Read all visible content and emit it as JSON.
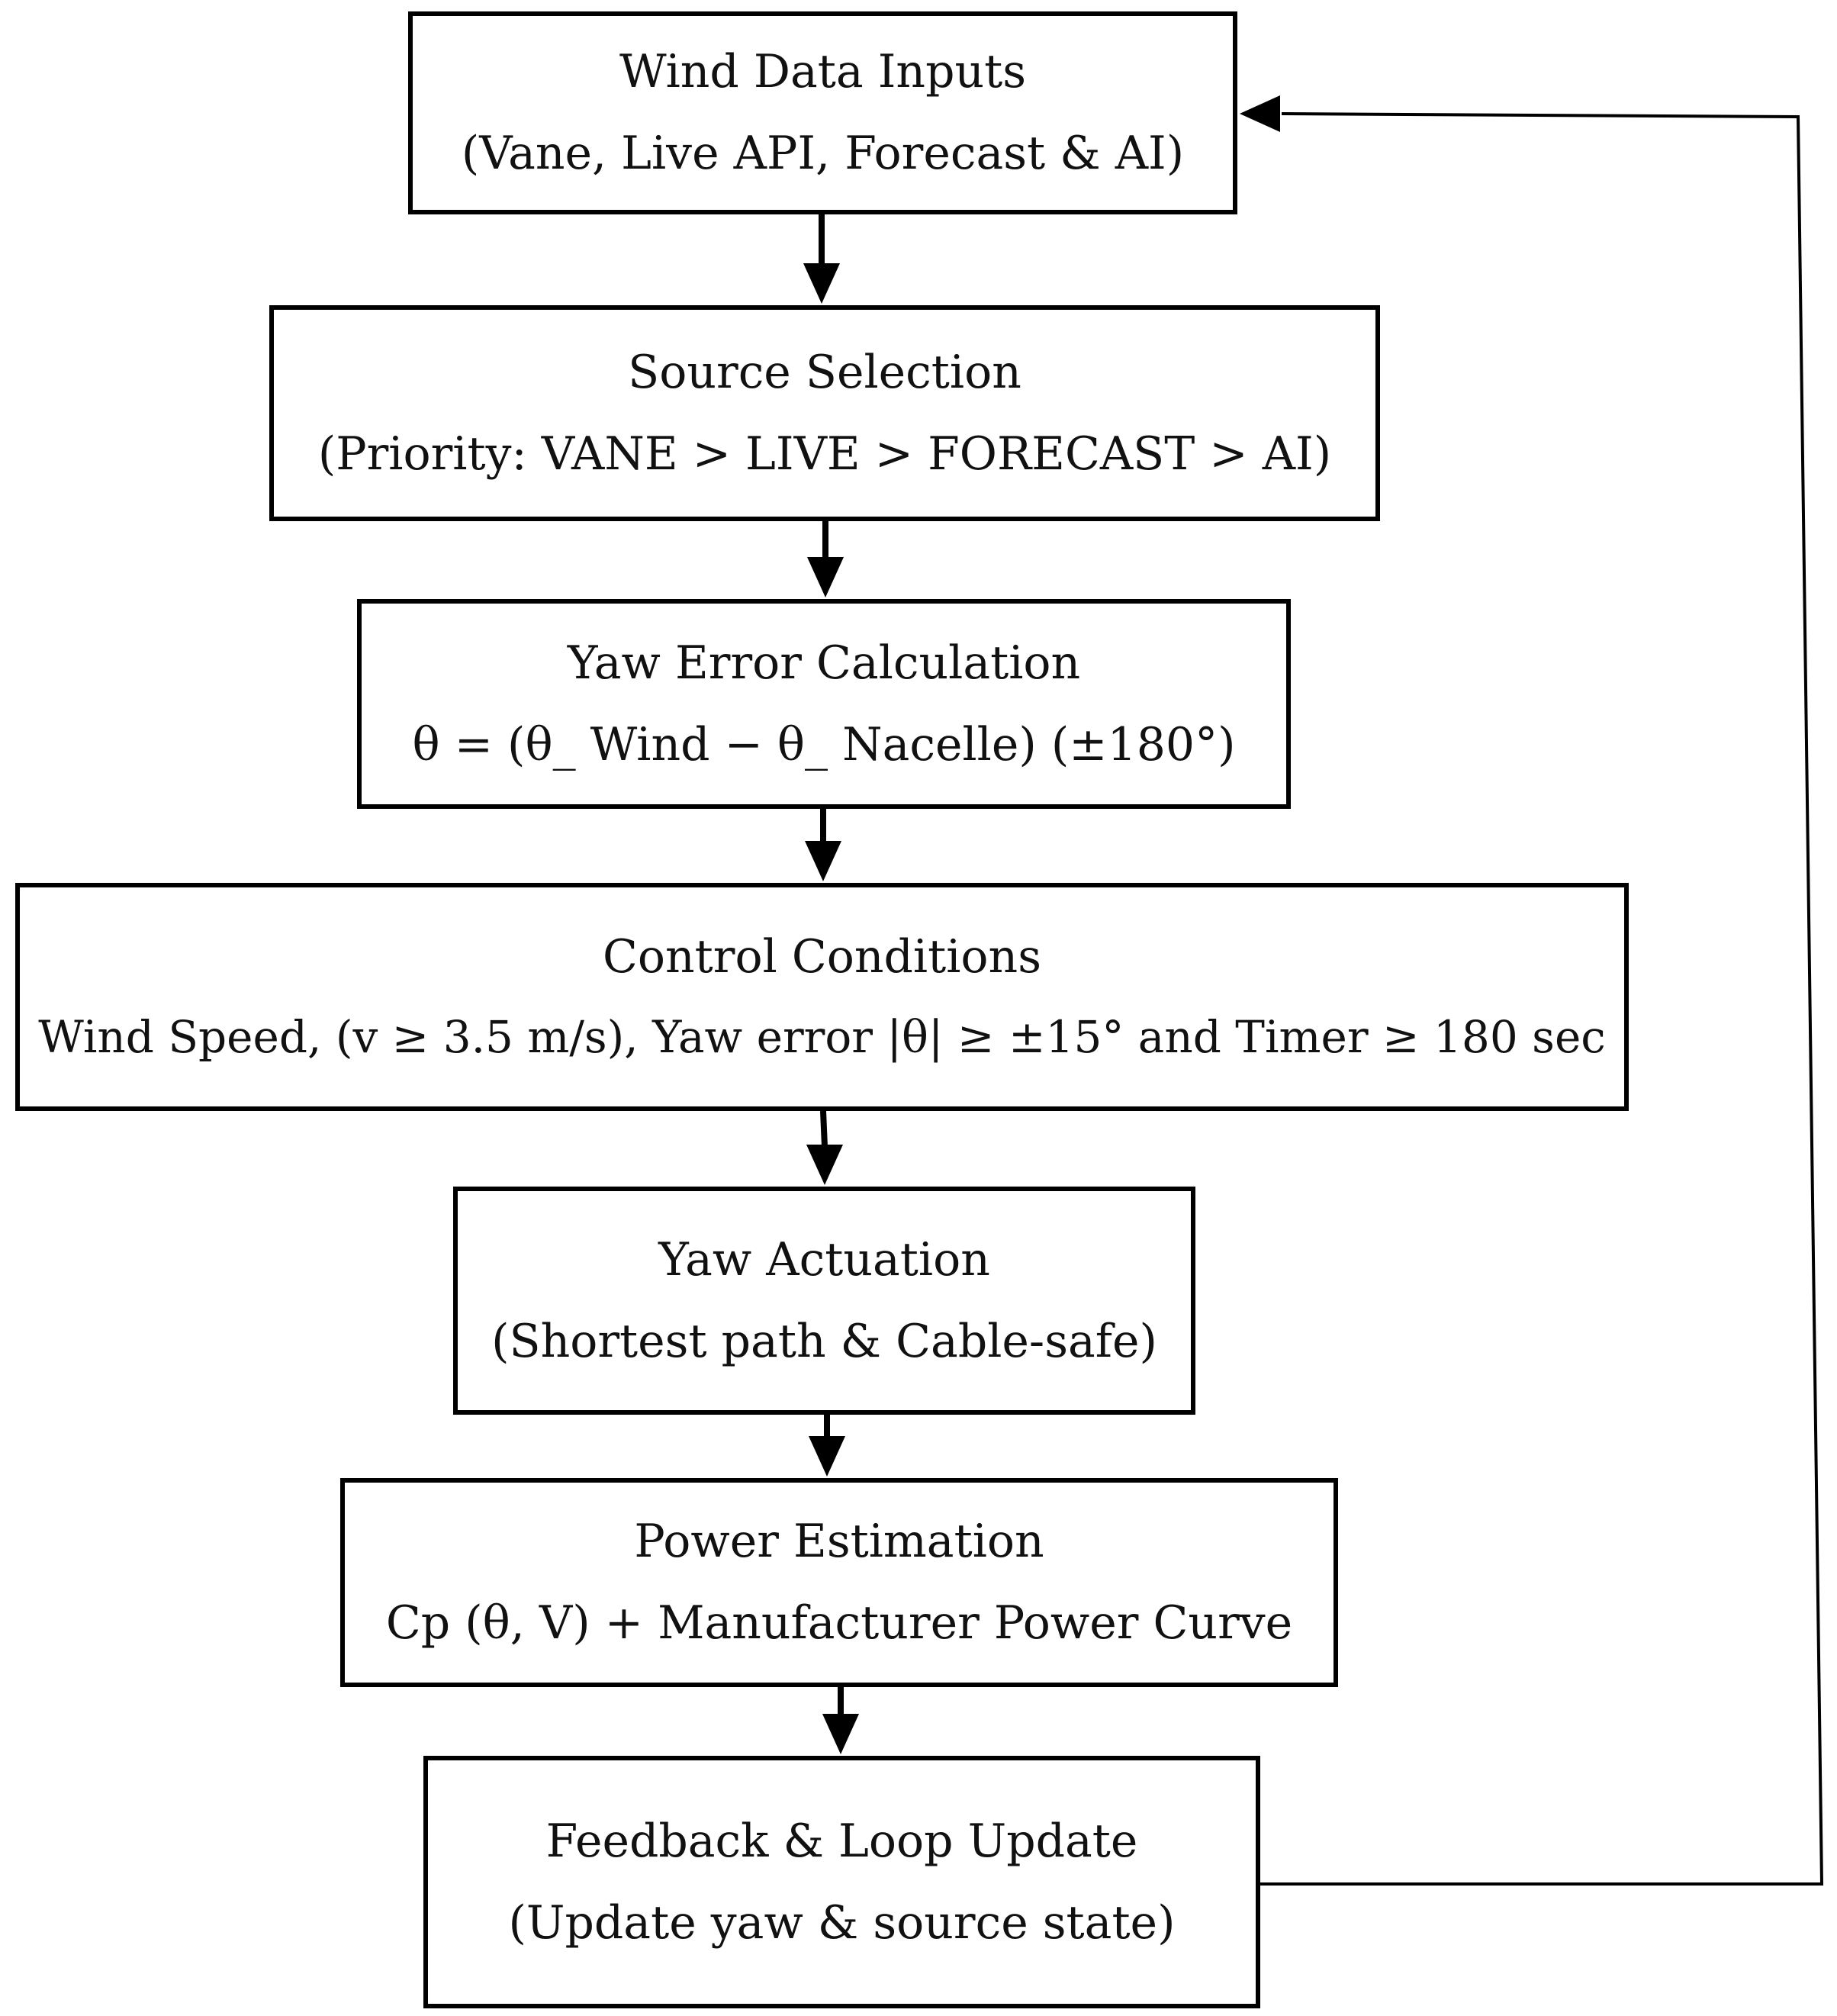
{
  "diagram": {
    "nodes": [
      {
        "id": "wind-data-inputs",
        "title": "Wind Data Inputs",
        "subtitle": "(Vane, Live API, Forecast & AI)"
      },
      {
        "id": "source-selection",
        "title": "Source Selection",
        "subtitle": "(Priority: VANE > LIVE > FORECAST > AI)"
      },
      {
        "id": "yaw-error-calculation",
        "title": "Yaw Error Calculation",
        "subtitle": "θ = (θ_ Wind − θ_ Nacelle) (±180°)"
      },
      {
        "id": "control-conditions",
        "title": "Control Conditions",
        "subtitle": "Wind Speed, (v ≥ 3.5 m/s), Yaw error |θ| ≥ ±15° and Timer ≥ 180 sec"
      },
      {
        "id": "yaw-actuation",
        "title": "Yaw Actuation",
        "subtitle": "(Shortest path & Cable-safe)"
      },
      {
        "id": "power-estimation",
        "title": "Power Estimation",
        "subtitle": "Cp (θ, V) + Manufacturer Power Curve"
      },
      {
        "id": "feedback-loop-update",
        "title": "Feedback & Loop Update",
        "subtitle": "(Update yaw & source state)"
      }
    ],
    "edges": [
      {
        "from": "wind-data-inputs",
        "to": "source-selection"
      },
      {
        "from": "source-selection",
        "to": "yaw-error-calculation"
      },
      {
        "from": "yaw-error-calculation",
        "to": "control-conditions"
      },
      {
        "from": "control-conditions",
        "to": "yaw-actuation"
      },
      {
        "from": "yaw-actuation",
        "to": "power-estimation"
      },
      {
        "from": "power-estimation",
        "to": "feedback-loop-update"
      },
      {
        "from": "feedback-loop-update",
        "to": "wind-data-inputs",
        "type": "loop-back"
      }
    ],
    "colors": {
      "stroke": "#000000",
      "text": "#111111",
      "background": "#ffffff"
    }
  }
}
